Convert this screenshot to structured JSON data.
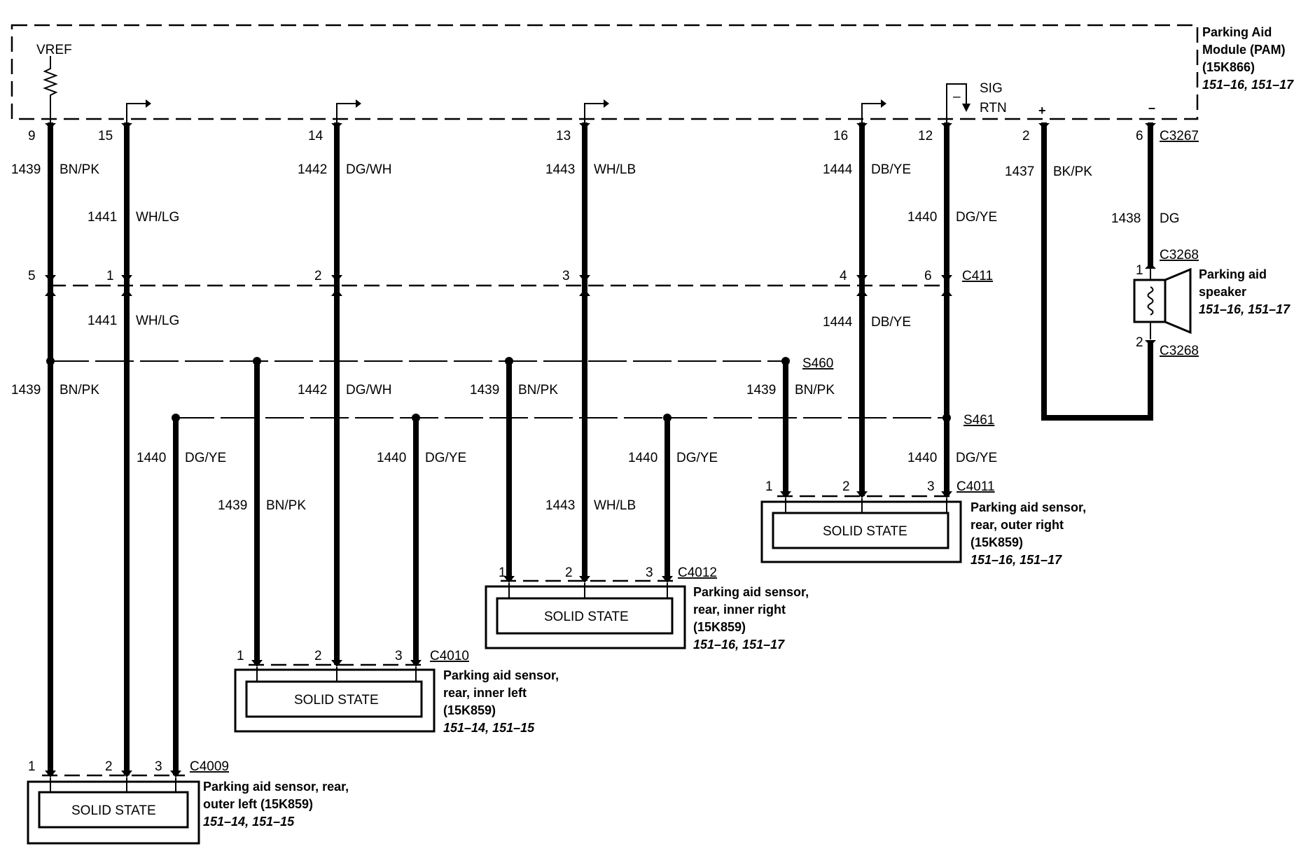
{
  "module": {
    "name_lines": [
      "Parking Aid",
      "Module (PAM)",
      "(15K866)"
    ],
    "refs": "151–16, 151–17",
    "vref": "VREF",
    "sig": "SIG",
    "rtn": "RTN",
    "minus_sig": "–",
    "plus": "+",
    "minus": "–"
  },
  "connectors": {
    "pam": "C3267",
    "inline": "C411",
    "speaker_1": "C3268",
    "speaker_2": "C3268",
    "outer_left": "C4009",
    "inner_left": "C4010",
    "inner_right": "C4012",
    "outer_right": "C4011"
  },
  "splices": {
    "s460": "S460",
    "s461": "S461"
  },
  "pam_pins": {
    "vref": "9",
    "w15": "15",
    "w14": "14",
    "w13": "13",
    "w16": "16",
    "w12": "12",
    "w2": "2",
    "w6": "6"
  },
  "c411_pins": {
    "p5": "5",
    "p1": "1",
    "p2": "2",
    "p3": "3",
    "p4": "4",
    "p6": "6"
  },
  "wires": {
    "bnpk": {
      "circuit": "1439",
      "color": "BN/PK"
    },
    "wllg": {
      "circuit": "1441",
      "color": "WH/LG"
    },
    "dgwh": {
      "circuit": "1442",
      "color": "DG/WH"
    },
    "whlb": {
      "circuit": "1443",
      "color": "WH/LB"
    },
    "dbye": {
      "circuit": "1444",
      "color": "DB/YE"
    },
    "dgye": {
      "circuit": "1440",
      "color": "DG/YE"
    },
    "bkpk": {
      "circuit": "1437",
      "color": "BK/PK"
    },
    "dg": {
      "circuit": "1438",
      "color": "DG"
    }
  },
  "speaker": {
    "name_lines": [
      "Parking aid",
      "speaker"
    ],
    "refs": "151–16, 151–17",
    "pin1": "1",
    "pin2": "2"
  },
  "sensors": {
    "outer_left": {
      "text": "SOLID STATE",
      "name_lines": [
        "Parking aid sensor, rear,",
        "outer left (15K859)"
      ],
      "refs": "151–14, 151–15",
      "pins": [
        "1",
        "2",
        "3"
      ]
    },
    "inner_left": {
      "text": "SOLID STATE",
      "name_lines": [
        "Parking aid sensor,",
        "rear, inner left",
        "(15K859)"
      ],
      "refs": "151–14, 151–15",
      "pins": [
        "1",
        "2",
        "3"
      ]
    },
    "inner_right": {
      "text": "SOLID STATE",
      "name_lines": [
        "Parking aid sensor,",
        "rear, inner right",
        "(15K859)"
      ],
      "refs": "151–16, 151–17",
      "pins": [
        "1",
        "2",
        "3"
      ]
    },
    "outer_right": {
      "text": "SOLID STATE",
      "name_lines": [
        "Parking aid sensor,",
        "rear, outer right",
        "(15K859)"
      ],
      "refs": "151–16, 151–17",
      "pins": [
        "1",
        "2",
        "3"
      ]
    }
  }
}
